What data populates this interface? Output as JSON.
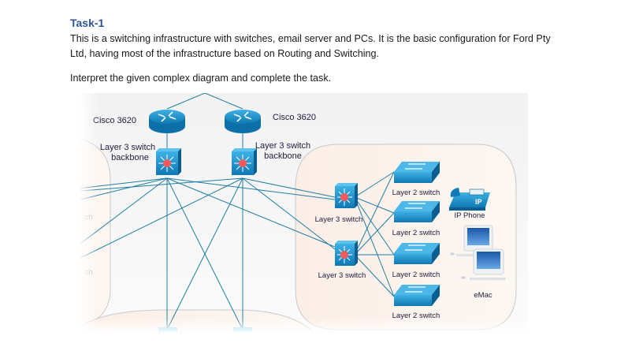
{
  "document": {
    "title": "Task-1",
    "paragraph1": "This is a switching infrastructure with switches, email server and PCs. It is the basic configuration for Ford Pty Ltd, having most of the infrastructure based on Routing and Switching.",
    "paragraph2": "Interpret the given complex diagram and complete the task."
  },
  "diagram": {
    "routers": [
      {
        "label": "Cisco 3620"
      },
      {
        "label": "Cisco 3620"
      }
    ],
    "backbone_switches": [
      {
        "label_line1": "Layer 3 switch",
        "label_line2": "backbone"
      },
      {
        "label_line1": "Layer 3 switch",
        "label_line2": "backbone"
      }
    ],
    "layer3_switches": [
      {
        "label": "Layer 3 switch"
      },
      {
        "label": "Layer 3 switch"
      }
    ],
    "layer2_switches": [
      {
        "label": "Layer 2 switch"
      },
      {
        "label": "Layer 2 switch"
      },
      {
        "label": "Layer 2 switch"
      },
      {
        "label": "Layer 2 switch"
      }
    ],
    "ip_phone": {
      "label": "IP Phone",
      "badge": "IP"
    },
    "computers": {
      "label": "eMac"
    },
    "faded_left_labels": [
      "ch",
      "ch"
    ],
    "colors": {
      "device_blue": "#1e90c8",
      "link": "#1f7ea3",
      "zone_fill": "#fdf5ef",
      "zone_border": "#c8c8c8",
      "hub_red": "#f05a5a"
    }
  }
}
